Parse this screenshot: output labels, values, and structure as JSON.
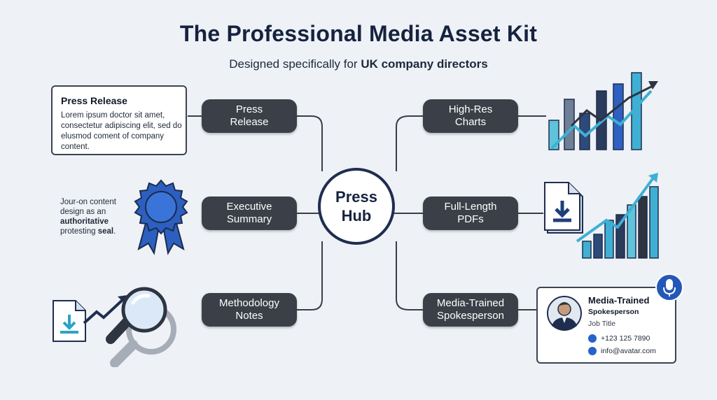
{
  "title": "The Professional Media Asset Kit",
  "subtitle": {
    "prefix": "Designed specifically for ",
    "bold": "UK company directors"
  },
  "hub": {
    "label": "Press\nHub"
  },
  "nodes": {
    "press_release": "Press\nRelease",
    "executive_summary": "Executive\nSummary",
    "methodology_notes": "Methodology\nNotes",
    "high_res_charts": "High-Res\nCharts",
    "full_length_pdfs": "Full-Length\nPDFs",
    "media_trained_spokesperson": "Media-Trained\nSpokesperson"
  },
  "press_release_card": {
    "title": "Press Release",
    "body": "Lorem ipsum doctor sit amet, consectetur adipiscing elit, sed do elusmod coment of company content."
  },
  "seal_note": {
    "prefix": "Jour-on content design as an ",
    "bold1": "authoritative",
    "middle": " protesting ",
    "bold2": "seal",
    "suffix": "."
  },
  "spokesperson_card": {
    "name": "Media-Trained",
    "role": "Spokesperson",
    "job": "Job Title",
    "phone": "+123 125 7890",
    "email": "info@avatar.com"
  },
  "icons": [
    "rosette-seal-icon",
    "magnifier-icon",
    "document-download-icon",
    "trend-arrow-icon",
    "bar-chart-icon",
    "microphone-icon",
    "avatar-icon",
    "phone-icon",
    "email-icon"
  ],
  "colors": {
    "dark": "#16233f",
    "pill": "#3b3f47",
    "accent_blue": "#2563c9",
    "teal": "#3aa6c8",
    "navy": "#1f2d4f"
  }
}
